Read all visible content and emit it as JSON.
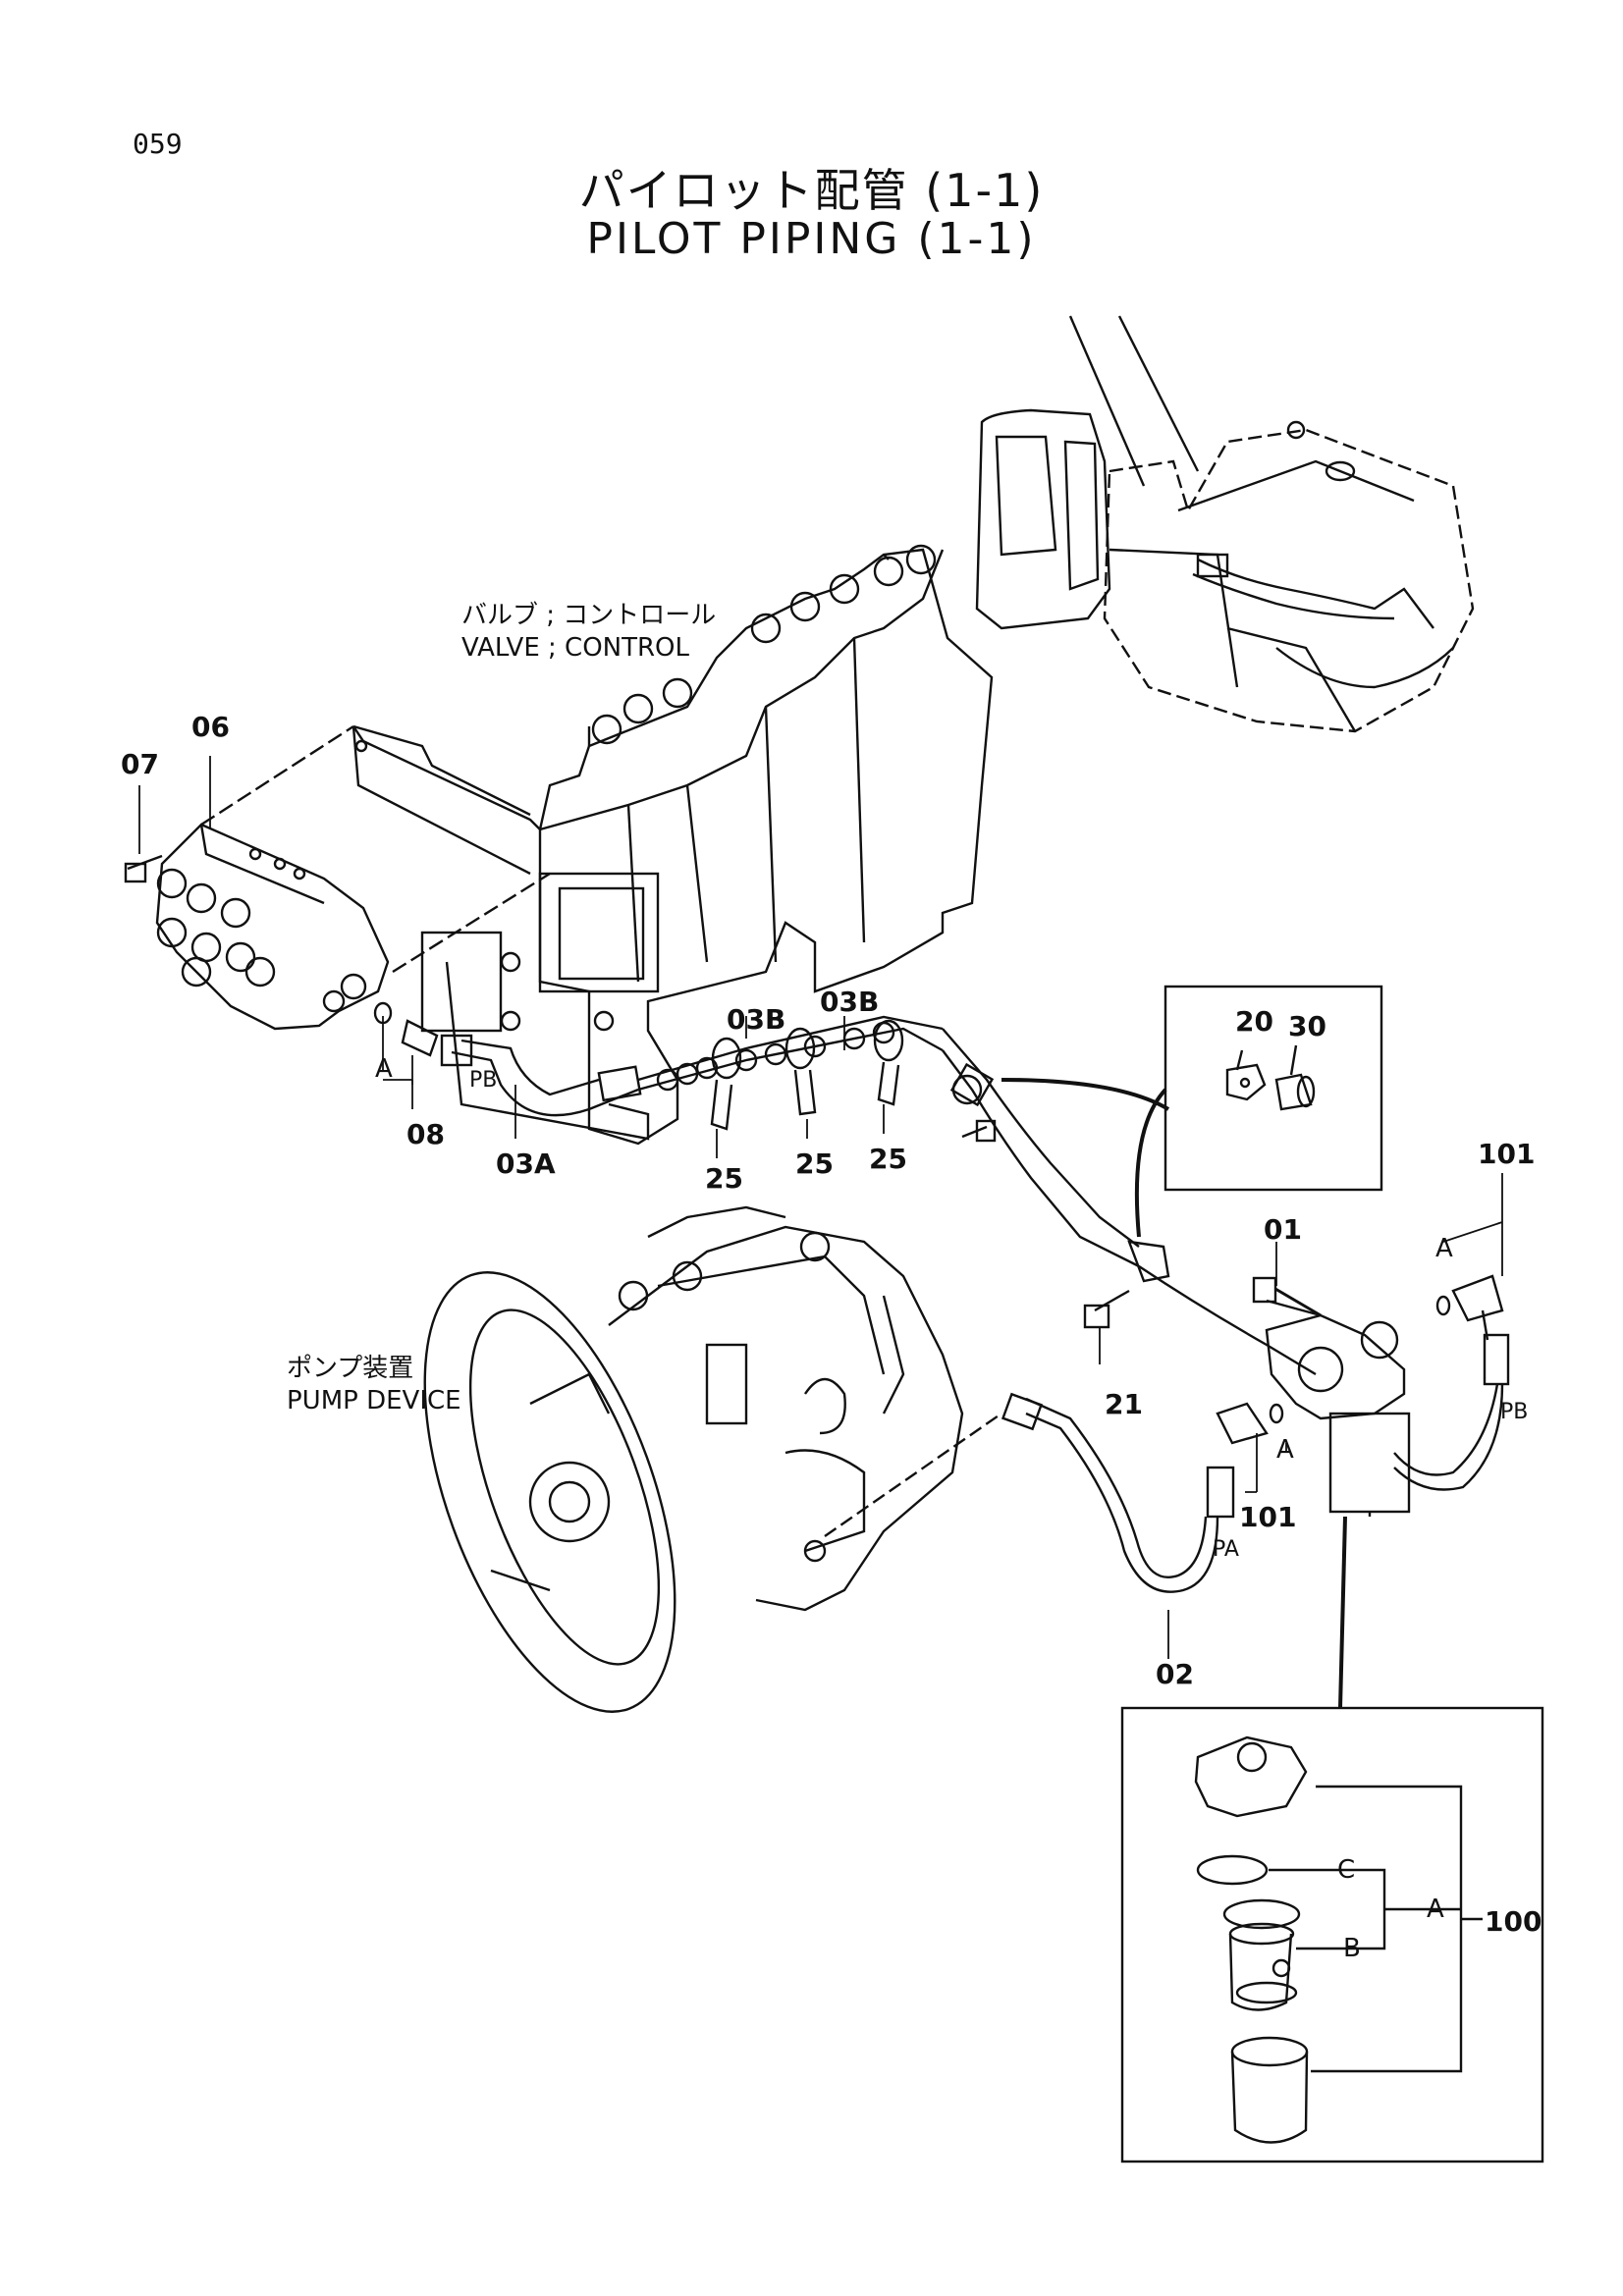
{
  "page_number": "059",
  "title_jp": "パイロット配管 (1-1)",
  "title_en": "PILOT PIPING (1-1)",
  "components": {
    "valve_control_jp": "バルブ ; コントロール",
    "valve_control_en": "VALVE ; CONTROL",
    "pump_device_jp": "ポンプ装置",
    "pump_device_en": "PUMP DEVICE"
  },
  "part_labels": {
    "p07": "07",
    "p06": "06",
    "p08": "08",
    "p03A": "03A",
    "p03B_1": "03B",
    "p03B_2": "03B",
    "p25_1": "25",
    "p25_2": "25",
    "p25_3": "25",
    "p20": "20",
    "p30": "30",
    "p01": "01",
    "p21": "21",
    "p02": "02",
    "p101_1": "101",
    "p101_2": "101",
    "p100": "100"
  },
  "port_labels": {
    "pb_1": "PB",
    "pb_2": "PB",
    "pa": "PA",
    "a_1": "A",
    "a_2": "A",
    "a_3": "A",
    "a_kit": "A",
    "b_kit": "B",
    "c_kit": "C"
  }
}
